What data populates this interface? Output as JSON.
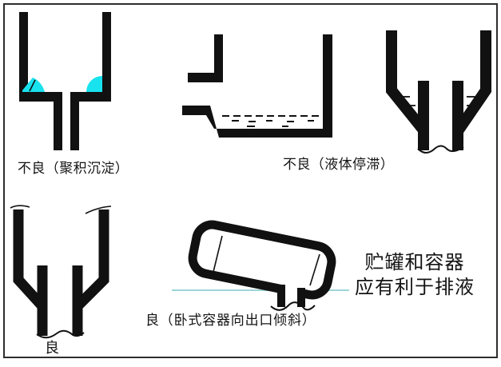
{
  "colors": {
    "ink_black": "#111111",
    "sediment_cyan": "#19e2ef",
    "reference_line_cyan": "#9cd6d8",
    "frame_gray": "#2e2e2e",
    "background": "#ffffff"
  },
  "title": {
    "line1": "贮罐和容器",
    "line2": "应有利于排液"
  },
  "diagrams": {
    "flat_bottom_vessel": {
      "caption": "不良（聚积沉淀）"
    },
    "side_outlet_vessel": {
      "caption": "不良（液体停滞）"
    },
    "conical_bottom_vessel": {
      "caption": "良"
    },
    "horizontal_tank": {
      "caption": "良（卧式容器向出口倾斜）"
    }
  }
}
